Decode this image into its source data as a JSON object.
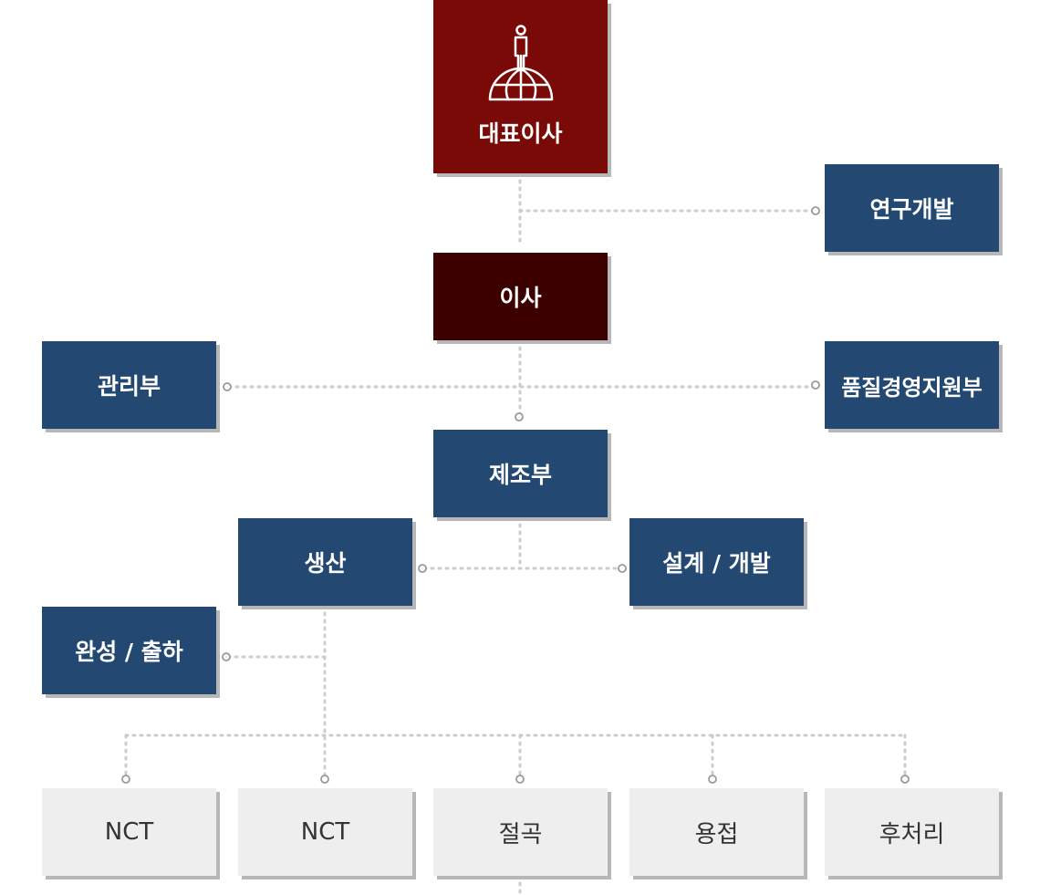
{
  "chart_data": {
    "type": "org-chart",
    "nodes": [
      {
        "id": "ceo",
        "label": "대표이사",
        "level": "ceo"
      },
      {
        "id": "rnd",
        "label": "연구개발",
        "level": "dept",
        "parent": "ceo"
      },
      {
        "id": "director",
        "label": "이사",
        "level": "director",
        "parent": "ceo"
      },
      {
        "id": "admin",
        "label": "관리부",
        "level": "dept",
        "parent": "director"
      },
      {
        "id": "quality",
        "label": "품질경영지원부",
        "level": "dept",
        "parent": "director"
      },
      {
        "id": "manufacturing",
        "label": "제조부",
        "level": "dept",
        "parent": "director"
      },
      {
        "id": "production",
        "label": "생산",
        "level": "dept",
        "parent": "manufacturing"
      },
      {
        "id": "design",
        "label": "설계 / 개발",
        "level": "dept",
        "parent": "manufacturing"
      },
      {
        "id": "finishing",
        "label": "완성 / 출하",
        "level": "dept",
        "parent": "production"
      },
      {
        "id": "nct1",
        "label": "NCT",
        "level": "team",
        "parent": "production"
      },
      {
        "id": "nct2",
        "label": "NCT",
        "level": "team",
        "parent": "production"
      },
      {
        "id": "cutting",
        "label": "절곡",
        "level": "team",
        "parent": "production"
      },
      {
        "id": "welding",
        "label": "용접",
        "level": "team",
        "parent": "production"
      },
      {
        "id": "post",
        "label": "후처리",
        "level": "team",
        "parent": "production"
      }
    ]
  },
  "colors": {
    "ceo": "#7a0a07",
    "director": "#3c0000",
    "dept": "#234872",
    "team": "#eeeeee",
    "connector": "#cccccc"
  },
  "icons": {
    "ceo": "person-on-globe-icon"
  }
}
